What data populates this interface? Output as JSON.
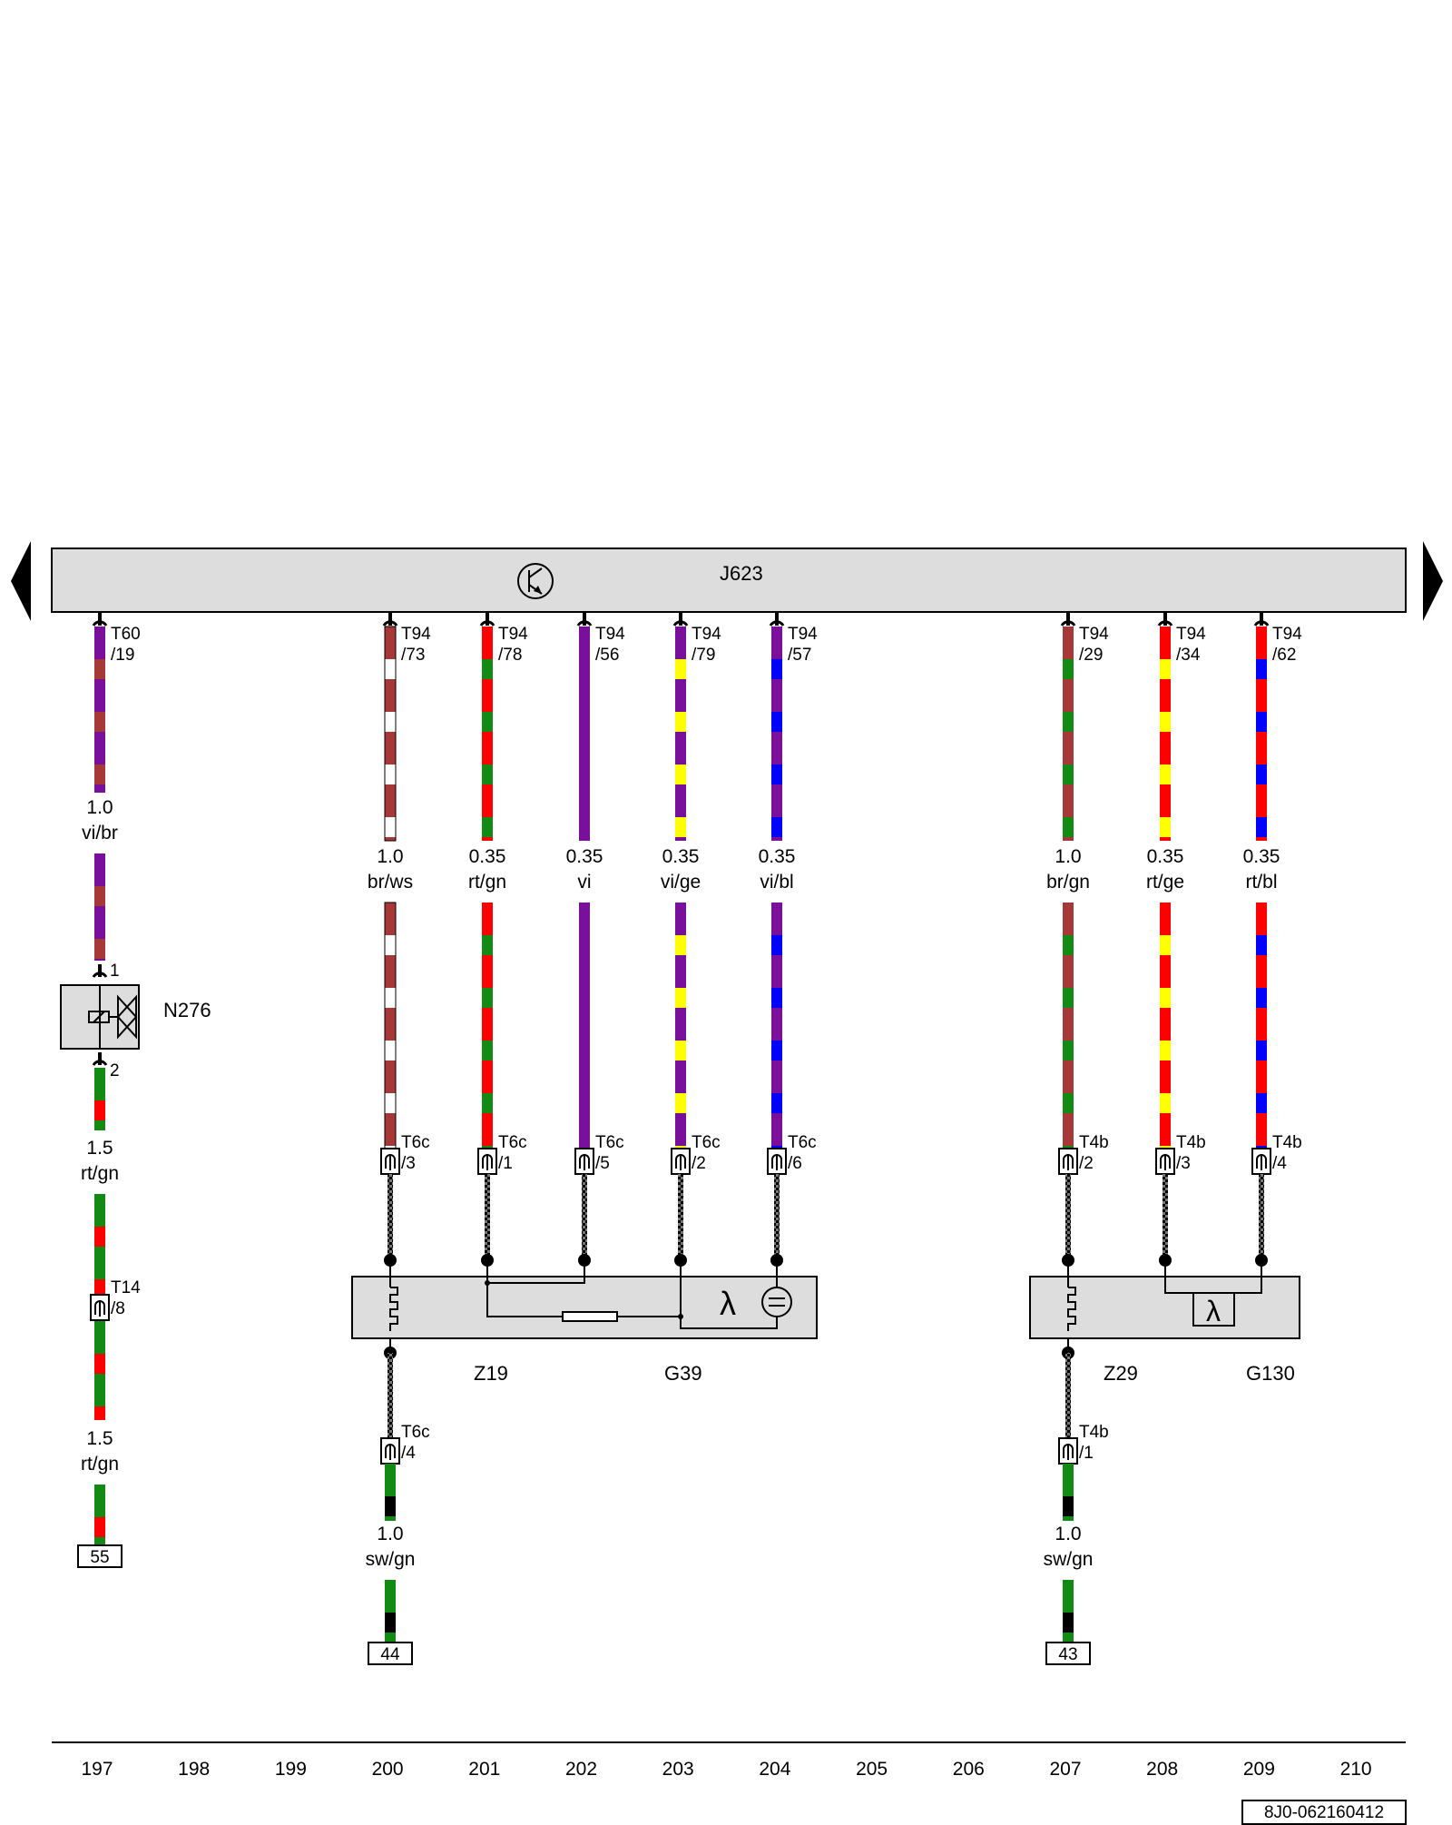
{
  "control_unit": {
    "name": "J623",
    "icon": "transistor-symbol-icon",
    "fill": "#dddddd"
  },
  "nav": {
    "left_icon": "triangle-left-icon",
    "right_icon": "triangle-right-icon"
  },
  "colors": {
    "br": "#a63838",
    "vi": "#7a0f9b",
    "ws": "#ffffff",
    "rt": "#ff0000",
    "gn": "#138a13",
    "ge": "#ffff00",
    "bl": "#0000ff",
    "sw": "#000000"
  },
  "wires": [
    {
      "id": "w197",
      "pin_top": [
        "T60",
        "/19"
      ],
      "size": "1.0",
      "color": "vi/br",
      "pattern": [
        "vi",
        "br"
      ]
    },
    {
      "id": "w200",
      "pin_top": [
        "T94",
        "/73"
      ],
      "size": "1.0",
      "color": "br/ws",
      "pattern": [
        "br",
        "ws"
      ],
      "pin_bot": [
        "T6c",
        "/3"
      ]
    },
    {
      "id": "w201",
      "pin_top": [
        "T94",
        "/78"
      ],
      "size": "0.35",
      "color": "rt/gn",
      "pattern": [
        "rt",
        "gn"
      ],
      "pin_bot": [
        "T6c",
        "/1"
      ]
    },
    {
      "id": "w202",
      "pin_top": [
        "T94",
        "/56"
      ],
      "size": "0.35",
      "color": "vi",
      "pattern": [
        "vi"
      ],
      "pin_bot": [
        "T6c",
        "/5"
      ]
    },
    {
      "id": "w203",
      "pin_top": [
        "T94",
        "/79"
      ],
      "size": "0.35",
      "color": "vi/ge",
      "pattern": [
        "vi",
        "ge"
      ],
      "pin_bot": [
        "T6c",
        "/2"
      ]
    },
    {
      "id": "w204",
      "pin_top": [
        "T94",
        "/57"
      ],
      "size": "0.35",
      "color": "vi/bl",
      "pattern": [
        "vi",
        "bl"
      ],
      "pin_bot": [
        "T6c",
        "/6"
      ]
    },
    {
      "id": "w207",
      "pin_top": [
        "T94",
        "/29"
      ],
      "size": "1.0",
      "color": "br/gn",
      "pattern": [
        "br",
        "gn"
      ],
      "pin_bot": [
        "T4b",
        "/2"
      ]
    },
    {
      "id": "w208",
      "pin_top": [
        "T94",
        "/34"
      ],
      "size": "0.35",
      "color": "rt/ge",
      "pattern": [
        "rt",
        "ge"
      ],
      "pin_bot": [
        "T4b",
        "/3"
      ]
    },
    {
      "id": "w209",
      "pin_top": [
        "T94",
        "/62"
      ],
      "size": "0.35",
      "color": "rt/bl",
      "pattern": [
        "rt",
        "bl"
      ],
      "pin_bot": [
        "T4b",
        "/4"
      ]
    }
  ],
  "valve": {
    "name": "N276",
    "pin_in": "1",
    "pin_out": "2",
    "icon": "solenoid-valve-icon"
  },
  "valve_wire": {
    "size1": "1.5",
    "color1": "rt/gn",
    "connector": [
      "T14",
      "/8"
    ],
    "size2": "1.5",
    "color2": "rt/gn",
    "ground": "55"
  },
  "sensors": [
    {
      "heater": "Z19",
      "sensor": "G39",
      "heater_icon": "heater-element-icon",
      "sensor_icon": "lambda-probe-icon",
      "ground_connector": [
        "T6c",
        "/4"
      ],
      "ground_size": "1.0",
      "ground_color": "sw/gn",
      "ground": "44"
    },
    {
      "heater": "Z29",
      "sensor": "G130",
      "heater_icon": "heater-element-icon",
      "sensor_icon": "lambda-probe-icon",
      "ground_connector": [
        "T4b",
        "/1"
      ],
      "ground_size": "1.0",
      "ground_color": "sw/gn",
      "ground": "43"
    }
  ],
  "tracks": [
    "197",
    "198",
    "199",
    "200",
    "201",
    "202",
    "203",
    "204",
    "205",
    "206",
    "207",
    "208",
    "209",
    "210"
  ],
  "reference": "8J0-062160412"
}
